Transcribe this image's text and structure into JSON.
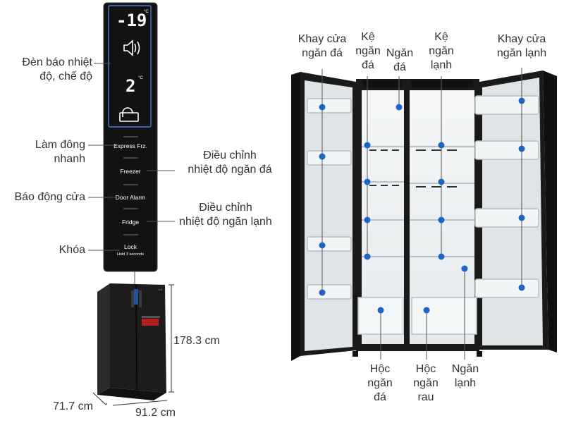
{
  "panel": {
    "freezer_temp": "-19",
    "fridge_temp": "2",
    "degree_unit": "°C",
    "buttons": [
      {
        "label": "Express Frz."
      },
      {
        "label": "Freezer"
      },
      {
        "label": "Door Alarm"
      },
      {
        "label": "Fridge"
      },
      {
        "label": "Lock",
        "sub": "Hold 3 seconds"
      }
    ]
  },
  "panel_labels": {
    "indicator": [
      "Đèn báo nhiệt",
      "độ, chế độ"
    ],
    "express": [
      "Làm đông",
      "nhanh"
    ],
    "freezer_adjust": [
      "Điều chỉnh",
      "nhiệt độ ngăn đá"
    ],
    "door_alarm": "Báo động cửa",
    "fridge_adjust": [
      "Điều chỉnh",
      "nhiệt độ ngăn lạnh"
    ],
    "lock": "Khóa"
  },
  "dimensions": {
    "height": "178.3 cm",
    "depth": "71.7 cm",
    "width": "91.2 cm"
  },
  "fridge_labels": {
    "freezer_door_tray": [
      "Khay cửa",
      "ngăn đá"
    ],
    "freezer_shelf": [
      "Kệ",
      "ngăn",
      "đá"
    ],
    "freezer_compartment": [
      "Ngăn",
      "đá"
    ],
    "fridge_shelf": [
      "Kệ",
      "ngăn",
      "lạnh"
    ],
    "fridge_door_tray": [
      "Khay cửa",
      "ngăn lạnh"
    ],
    "freezer_box": [
      "Hộc",
      "ngăn",
      "đá"
    ],
    "vegetable_box": [
      "Hộc",
      "ngăn",
      "rau"
    ],
    "fridge_compartment": [
      "Ngăn",
      "lạnh"
    ]
  },
  "colors": {
    "marker": "#1e63c9",
    "leader": "#555555",
    "panel": "#111111",
    "fridge_body": "#1a1a1a"
  }
}
